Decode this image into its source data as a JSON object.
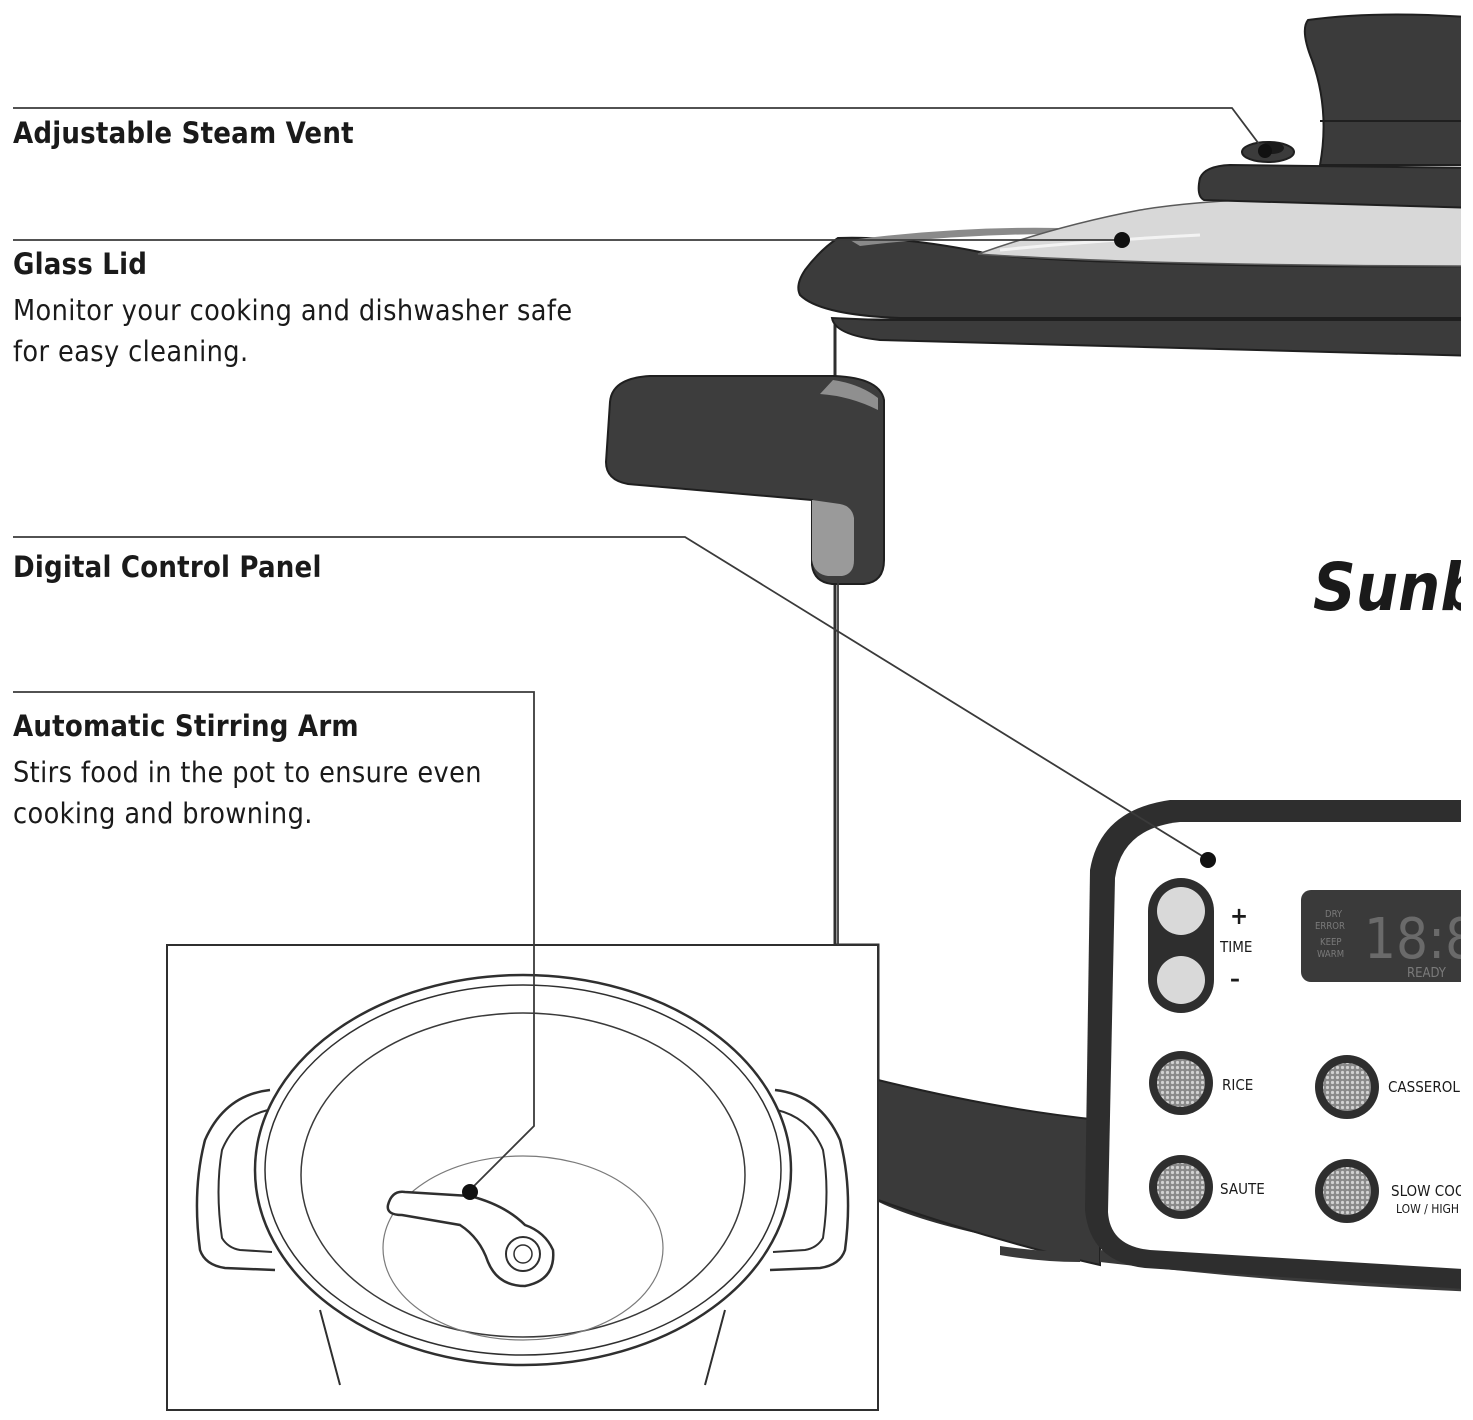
{
  "callouts": {
    "steam_vent": {
      "title": "Adjustable Steam Vent"
    },
    "glass_lid": {
      "title": "Glass Lid",
      "description": "Monitor your cooking and dishwasher safe for easy cleaning."
    },
    "control_panel": {
      "title": "Digital Control Panel"
    },
    "stirring_arm": {
      "title": "Automatic Stirring Arm",
      "description": "Stirs food in the pot to ensure even cooking and browning."
    }
  },
  "appliance": {
    "brand": "Sunb",
    "panel": {
      "time_plus": "+",
      "time_label": "TIME",
      "time_minus": "–",
      "display_dry": "DRY",
      "display_error": "ERROR",
      "display_keep": "KEEP",
      "display_warm": "WARM",
      "display_digits": "18:8",
      "display_ready": "READY",
      "buttons": {
        "rice": "RICE",
        "casserole": "CASSEROL",
        "saute": "SAUTE",
        "slow_cook": "SLOW COO",
        "slow_cook_sub": "LOW / HIGH"
      }
    }
  }
}
